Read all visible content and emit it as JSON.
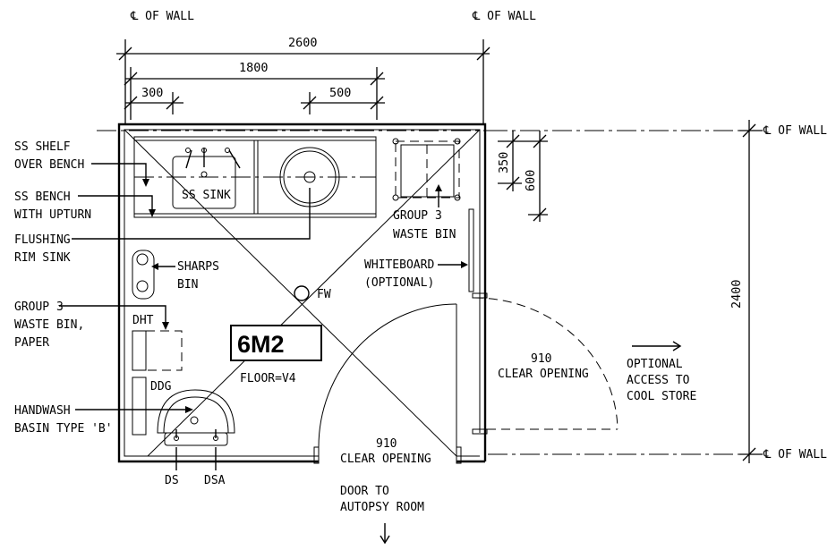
{
  "labels": {
    "cl_wall_top_left": "℄ OF WALL",
    "cl_wall_top_right": "℄ OF WALL",
    "cl_wall_right_top": "℄ OF WALL",
    "cl_wall_right_bottom": "℄ OF WALL",
    "ss_shelf_1": "SS SHELF",
    "ss_shelf_2": "OVER BENCH",
    "ss_bench_1": "SS BENCH",
    "ss_bench_2": "WITH UPTURN",
    "flushing_1": "FLUSHING",
    "flushing_2": "RIM SINK",
    "sharps_1": "SHARPS",
    "sharps_2": "BIN",
    "waste_paper_1": "GROUP 3",
    "waste_paper_2": "WASTE BIN,",
    "waste_paper_3": "PAPER",
    "handwash_1": "HANDWASH",
    "handwash_2": "BASIN TYPE 'B'",
    "ss_sink": "SS SINK",
    "waste_bin_1": "GROUP 3",
    "waste_bin_2": "WASTE BIN",
    "whiteboard_1": "WHITEBOARD",
    "whiteboard_2": "(OPTIONAL)",
    "fw": "FW",
    "dht": "DHT",
    "ddg": "DDG",
    "room_code": "6M2",
    "floor": "FLOOR=V4",
    "door_right_width": "910",
    "door_right_text": "CLEAR OPENING",
    "door_bottom_width": "910",
    "door_bottom_text": "CLEAR OPENING",
    "optional_1": "OPTIONAL",
    "optional_2": "ACCESS TO",
    "optional_3": "COOL STORE",
    "door_to_1": "DOOR TO",
    "door_to_2": "AUTOPSY ROOM",
    "ds": "DS",
    "dsa": "DSA"
  },
  "dimensions": {
    "overall_width": "2600",
    "bench_width": "1800",
    "offset_300": "300",
    "sink_500": "500",
    "height_2400": "2400",
    "bin_350": "350",
    "bin_600": "600"
  }
}
